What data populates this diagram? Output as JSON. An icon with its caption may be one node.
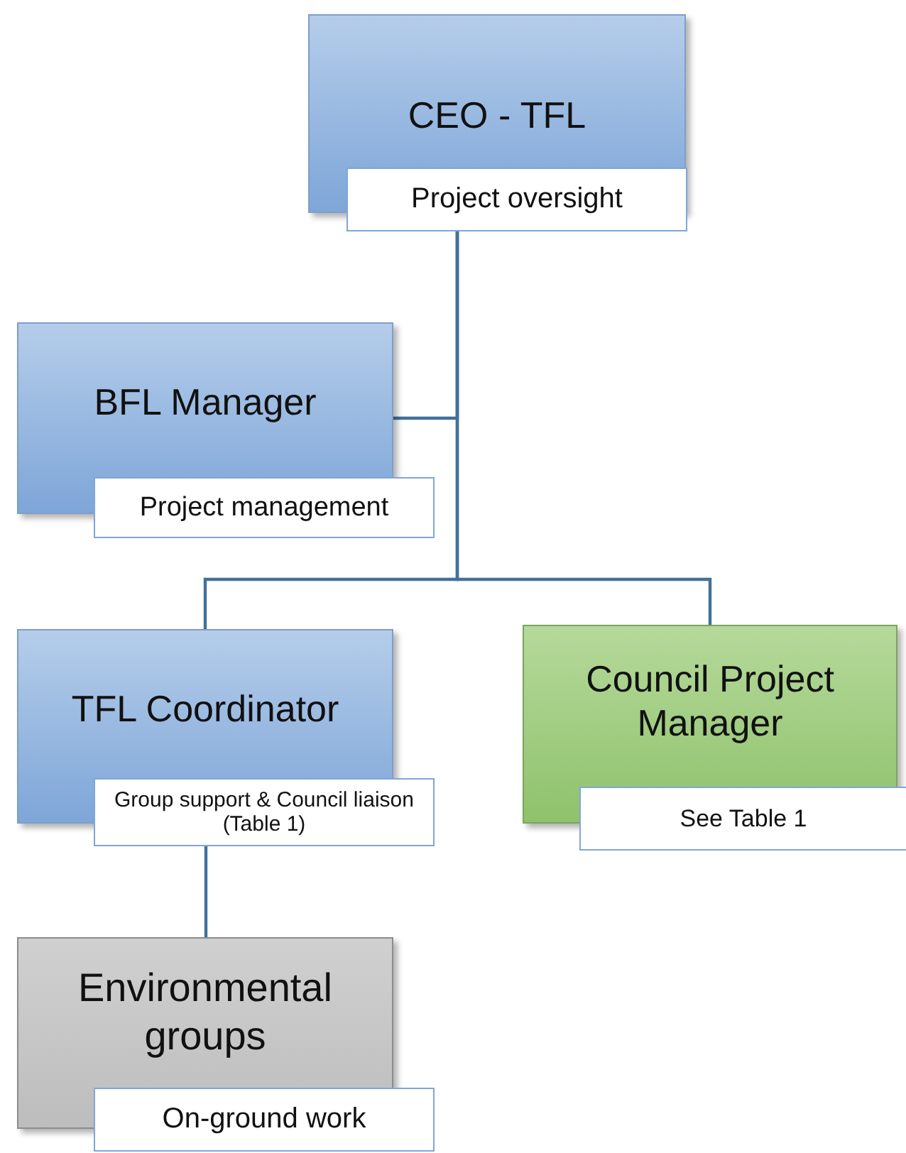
{
  "diagram": {
    "nodes": [
      {
        "text": [
          "CEO - TFL",
          "Project oversight"
        ]
      },
      {
        "text": [
          "BFL Manager",
          "Project management"
        ]
      },
      {
        "text": [
          "TFL Coordinator",
          "Group support & Council liaison (Table 1)"
        ]
      },
      {
        "text": [
          "Council Project Manager",
          "See Table 1"
        ]
      },
      {
        "text": [
          "Environmental groups",
          "On-ground work"
        ]
      }
    ],
    "edges": [
      {
        "from": 0,
        "to": 1,
        "arrow": "none"
      },
      {
        "from": 0,
        "to": 2,
        "arrow": "none"
      },
      {
        "from": 0,
        "to": 3,
        "arrow": "none"
      },
      {
        "from": 2,
        "to": 4,
        "arrow": "none"
      }
    ]
  }
}
